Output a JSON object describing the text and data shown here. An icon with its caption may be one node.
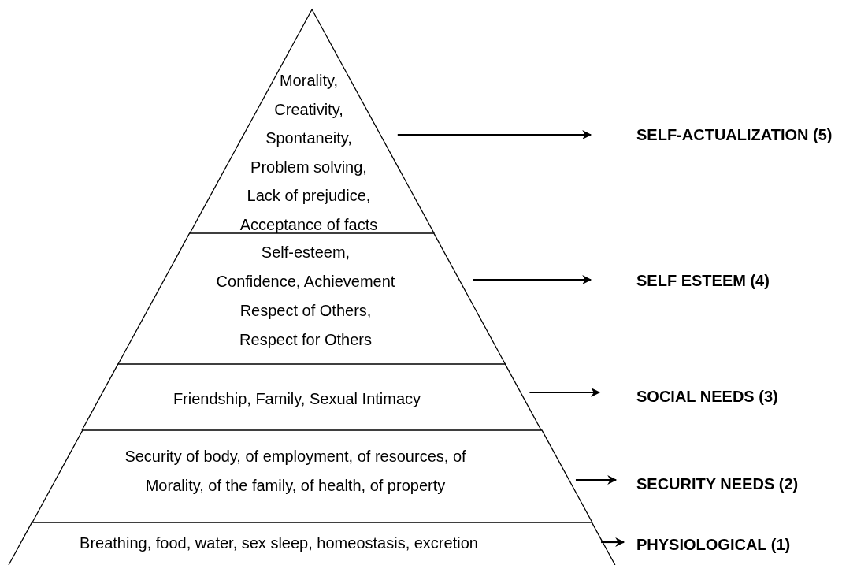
{
  "diagram": {
    "nodes": [
      {
        "text": [
          "Morality, Creativity, Spontaneity, Problem solving, Lack of prejudice, Acceptance of facts"
        ]
      },
      {
        "text": [
          "Self-esteem, Confidence, Achievement Respect of Others, Respect for Others"
        ]
      },
      {
        "text": [
          "Friendship, Family, Sexual Intimacy"
        ]
      },
      {
        "text": [
          "Security of body, of employment, of resources, of Morality, of the family, of health, of property"
        ]
      },
      {
        "text": [
          "Breathing, food, water, sex sleep, homeostasis, excretion"
        ]
      },
      {
        "text": [
          "SELF-ACTUALIZATION (5)"
        ]
      },
      {
        "text": [
          "SELF ESTEEM (4)"
        ]
      },
      {
        "text": [
          "SOCIAL NEEDS (3)"
        ]
      },
      {
        "text": [
          "SECURITY NEEDS (2)"
        ]
      },
      {
        "text": [
          "PHYSIOLOGICAL (1)"
        ]
      }
    ],
    "edges": [
      {
        "from": 0,
        "to": 5,
        "arrow": "to"
      },
      {
        "from": 1,
        "to": 6,
        "arrow": "to"
      },
      {
        "from": 2,
        "to": 7,
        "arrow": "to"
      },
      {
        "from": 3,
        "to": 8,
        "arrow": "to"
      },
      {
        "from": 4,
        "to": 9,
        "arrow": "to"
      }
    ]
  }
}
